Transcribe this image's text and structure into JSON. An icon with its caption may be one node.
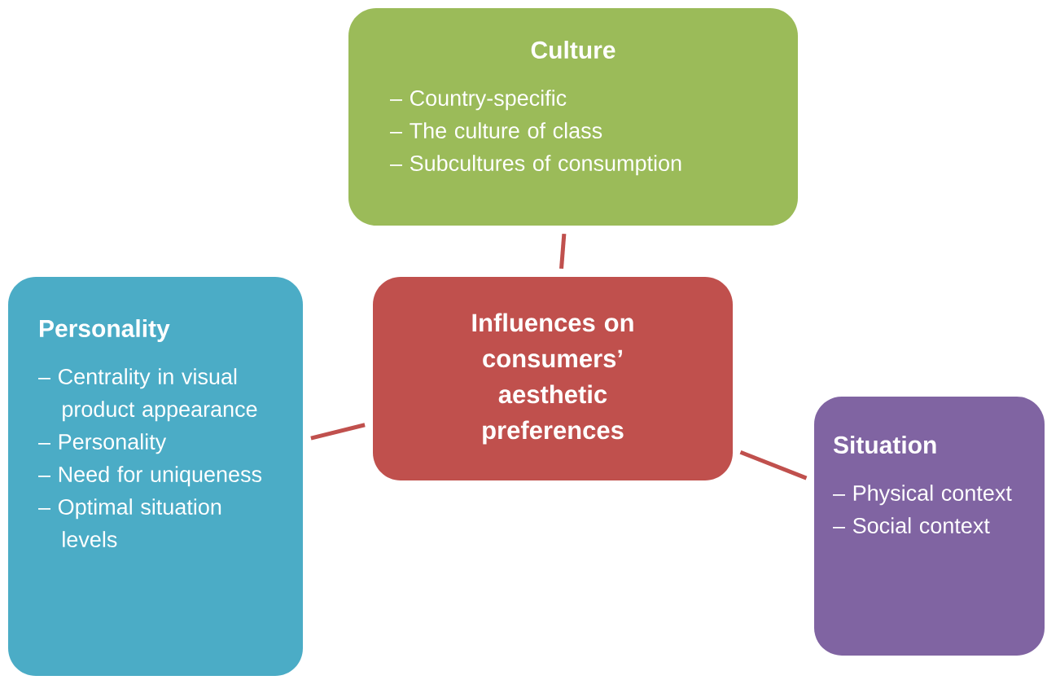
{
  "diagram": {
    "nodes": [
      {
        "text": [
          "Influences on consumers’ aesthetic preferences"
        ]
      },
      {
        "text": [
          "Culture",
          "– Country-specific",
          "– The culture of class",
          "– Subcultures of consumption"
        ]
      },
      {
        "text": [
          "Personality",
          "– Centrality in visual product appearance",
          "– Personality",
          "– Need for uniqueness",
          "– Optimal situation levels"
        ]
      },
      {
        "text": [
          "Situation",
          "– Physical context",
          "– Social context"
        ]
      }
    ],
    "edges": [
      {
        "from": 0,
        "to": 1,
        "arrow": "none"
      },
      {
        "from": 0,
        "to": 2,
        "arrow": "none"
      },
      {
        "from": 0,
        "to": 3,
        "arrow": "none"
      }
    ]
  }
}
